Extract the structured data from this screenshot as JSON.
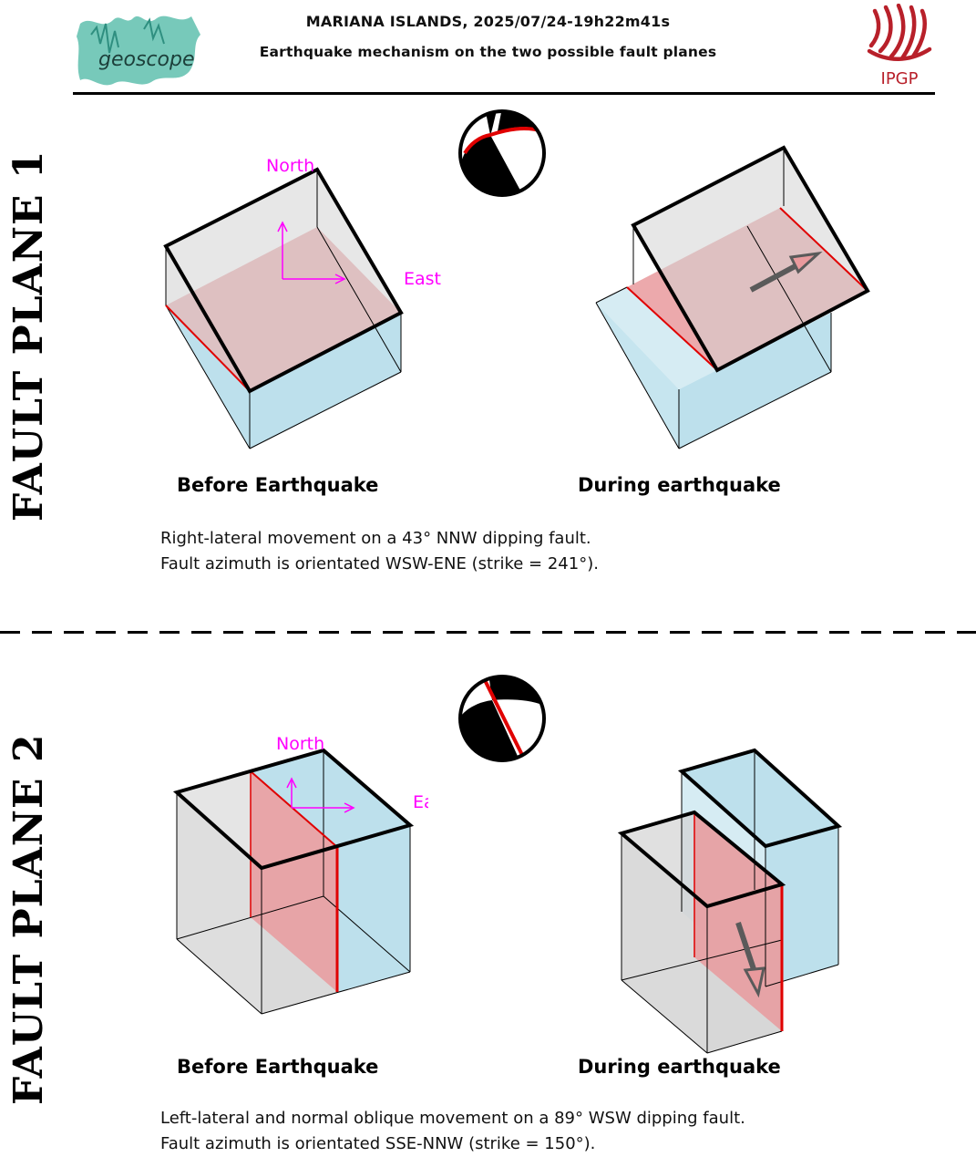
{
  "header": {
    "title_line1": "MARIANA ISLANDS, 2025/07/24-19h22m41s",
    "title_line2": "Earthquake mechanism on the two possible fault planes",
    "left_logo_text": "geoscope",
    "right_logo_text": "IPGP"
  },
  "planes": [
    {
      "side_label": "FAULT PLANE 1",
      "north_label": "North",
      "east_label": "East",
      "before_caption": "Before Earthquake",
      "during_caption": "During earthquake",
      "desc_line1": "Right-lateral movement on a 43° NNW dipping fault.",
      "desc_line2": "Fault azimuth is orientated WSW-ENE (strike = 241°)."
    },
    {
      "side_label": "FAULT PLANE 2",
      "north_label": "North",
      "east_label": "East",
      "before_caption": "Before Earthquake",
      "during_caption": "During earthquake",
      "desc_line1": "Left-lateral and normal oblique movement on a 89° WSW dipping fault.",
      "desc_line2": "Fault azimuth is orientated SSE-NNW (strike = 150°)."
    }
  ],
  "colors": {
    "block_grey": "#d3d3d3",
    "block_blue": "#bde0ec",
    "fault_red": "#e99a9d",
    "fault_edge": "#e00000",
    "axis_magenta": "#ff00ff",
    "logo_teal": "#5fbfae",
    "logo_red": "#b8202a"
  }
}
